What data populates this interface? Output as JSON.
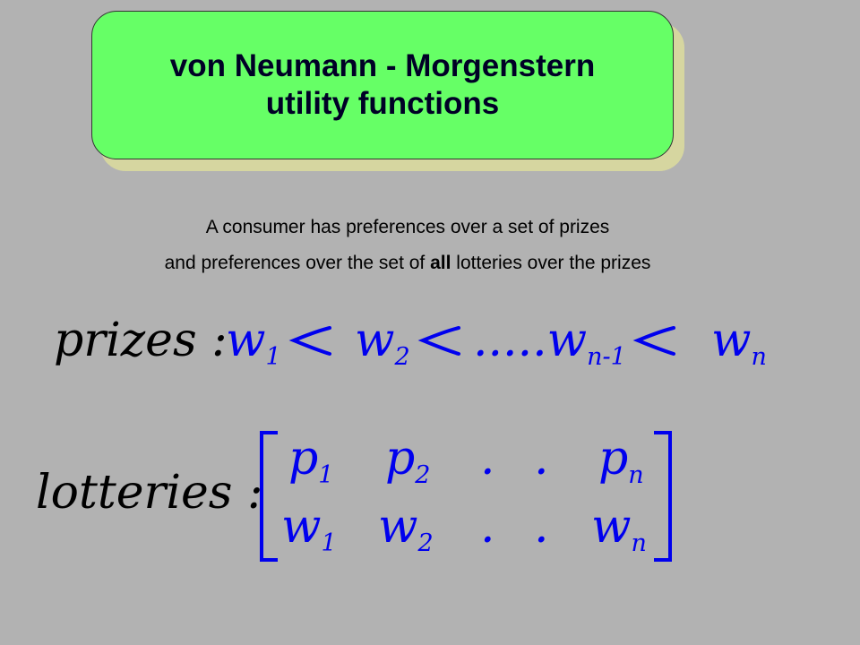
{
  "title": {
    "line1": "von Neumann - Morgenstern",
    "line2": "utility functions"
  },
  "intro": {
    "line1": "A consumer has preferences over a set of prizes",
    "line2_pre": "and preferences over the set of ",
    "line2_bold": "all",
    "line2_post": " lotteries over the prizes"
  },
  "prizes": {
    "label": "prizes :",
    "w": "w",
    "sub1": "1",
    "sub2": "2",
    "dots": ".....",
    "sub_n_minus_1": "n-1",
    "sub_n": "n",
    "relation_icon": "strict-preference-icon"
  },
  "lotteries": {
    "label": "lotteries :",
    "row1": [
      {
        "sym": "p",
        "sub": "1"
      },
      {
        "sym": "p",
        "sub": "2"
      },
      {
        "sym": ".",
        "sub": ""
      },
      {
        "sym": ".",
        "sub": ""
      },
      {
        "sym": "p",
        "sub": "n"
      }
    ],
    "row2": [
      {
        "sym": "w",
        "sub": "1"
      },
      {
        "sym": "w",
        "sub": "2"
      },
      {
        "sym": ".",
        "sub": ""
      },
      {
        "sym": ".",
        "sub": ""
      },
      {
        "sym": "w",
        "sub": "n"
      }
    ]
  },
  "colors": {
    "background": "#b2b2b2",
    "title_fill": "#66ff66",
    "title_shadow": "#d6d6a0",
    "math_blue": "#0000ee"
  }
}
